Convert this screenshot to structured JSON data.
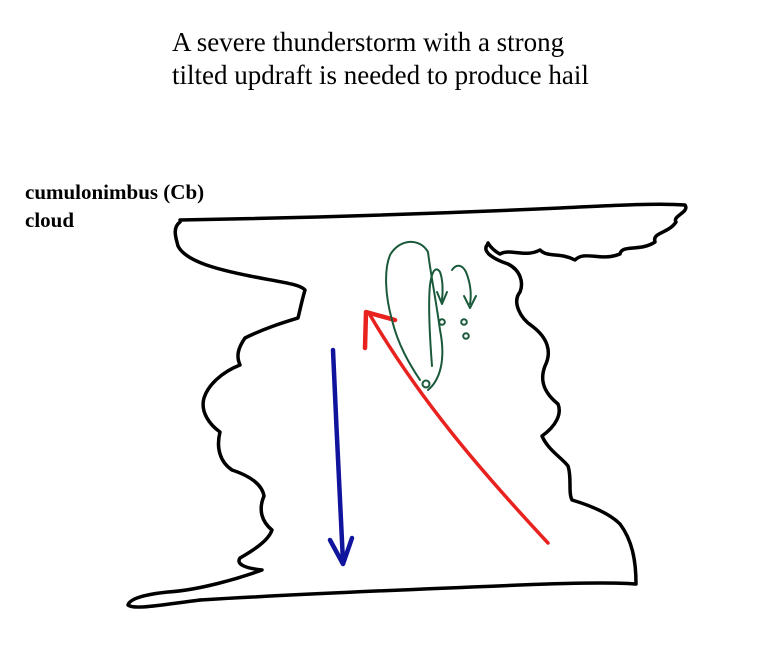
{
  "title": {
    "line1": "A severe thunderstorm with a strong",
    "line2": "tilted updraft is needed to produce hail"
  },
  "labels": {
    "cloud_line1": "cumulonimbus (Cb)",
    "cloud_line2": "cloud"
  },
  "colors": {
    "outline": "#000000",
    "updraft": "#e8231f",
    "downdraft": "#10149c",
    "hail_path": "#1a5a3a"
  }
}
